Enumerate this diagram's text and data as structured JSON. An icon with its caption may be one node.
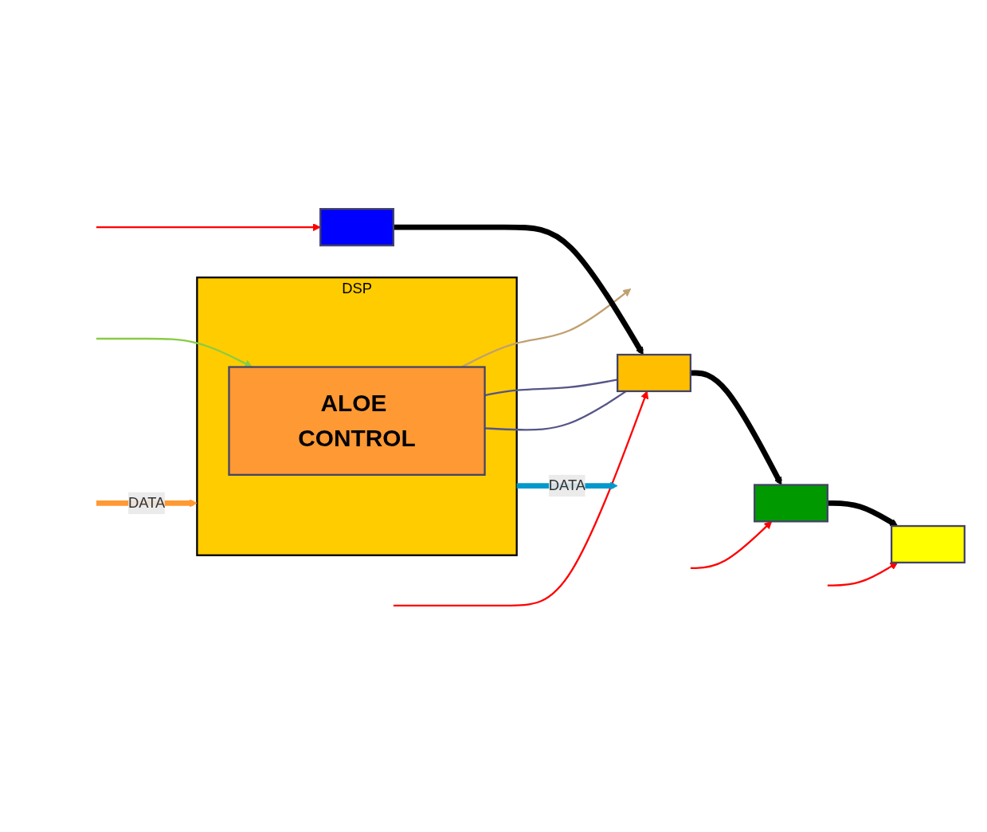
{
  "diagram": {
    "nodes": [
      {
        "text": [
          "DSP"
        ]
      },
      {
        "text": [
          "ALOE CONTROL"
        ],
        "in": 0
      },
      {
        "text": [],
        "shape": "box"
      },
      {
        "text": [],
        "shape": "box"
      },
      {
        "text": [],
        "shape": "box"
      },
      {
        "text": [],
        "shape": "box"
      }
    ],
    "edges": [
      {
        "from": null,
        "to": 0,
        "arrow": "to",
        "label": "DATA",
        "style": "thick",
        "color": "#ff9933"
      },
      {
        "from": 0,
        "to": null,
        "arrow": "to",
        "label": "DATA",
        "style": "thick",
        "color": "#0099cc"
      },
      {
        "from": null,
        "to": 1,
        "arrow": "to",
        "color": "#88cc44"
      },
      {
        "from": 1,
        "to": null,
        "arrow": "to",
        "color": "#c0a070"
      },
      {
        "from": 1,
        "to": 3,
        "arrow": "none",
        "color": "#555588"
      },
      {
        "from": 1,
        "to": 3,
        "arrow": "none",
        "color": "#555588"
      },
      {
        "from": 2,
        "to": 3,
        "arrow": "to",
        "style": "thick",
        "color": "#000000"
      },
      {
        "from": 3,
        "to": 4,
        "arrow": "to",
        "style": "thick",
        "color": "#000000"
      },
      {
        "from": 4,
        "to": 5,
        "arrow": "to",
        "style": "thick",
        "color": "#000000"
      },
      {
        "from": null,
        "to": 2,
        "arrow": "to",
        "color": "#ff0000"
      },
      {
        "from": null,
        "to": 3,
        "arrow": "to",
        "color": "#ff0000"
      },
      {
        "from": null,
        "to": 4,
        "arrow": "to",
        "color": "#ff0000"
      },
      {
        "from": null,
        "to": 5,
        "arrow": "to",
        "color": "#ff0000"
      }
    ]
  }
}
